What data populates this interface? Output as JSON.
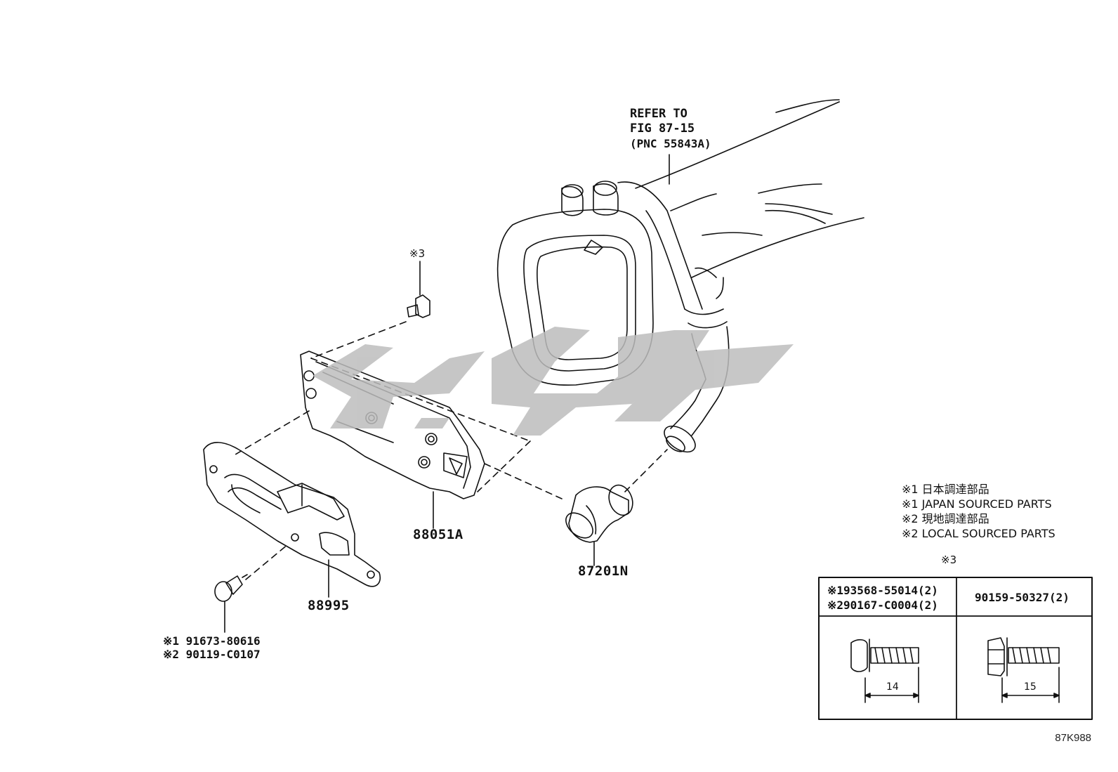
{
  "refer": {
    "line1": "REFER TO",
    "line2": "FIG 87-15",
    "line3": "(PNC 55843A)"
  },
  "parts": {
    "bracket": "88051A",
    "cover": "88995",
    "elbow": "87201N"
  },
  "callout_bolt_top": "※3",
  "bolt_bottom": {
    "line1": "※1 91673-80616",
    "line2": "※2 90119-C0107"
  },
  "legend": {
    "line1": "※1 日本調達部品",
    "line2": "※1 JAPAN SOURCED PARTS",
    "line3": "※2 現地調達部品",
    "line4": "※2 LOCAL SOURCED PARTS"
  },
  "fastener_table": {
    "title": "※3",
    "col1_line1": "※193568-55014(2)",
    "col1_line2": "※290167-C0004(2)",
    "col2": "90159-50327(2)",
    "dim1": "14",
    "dim2": "15"
  },
  "diagram_code": "87K988",
  "watermark_color": "#bdbdbd"
}
